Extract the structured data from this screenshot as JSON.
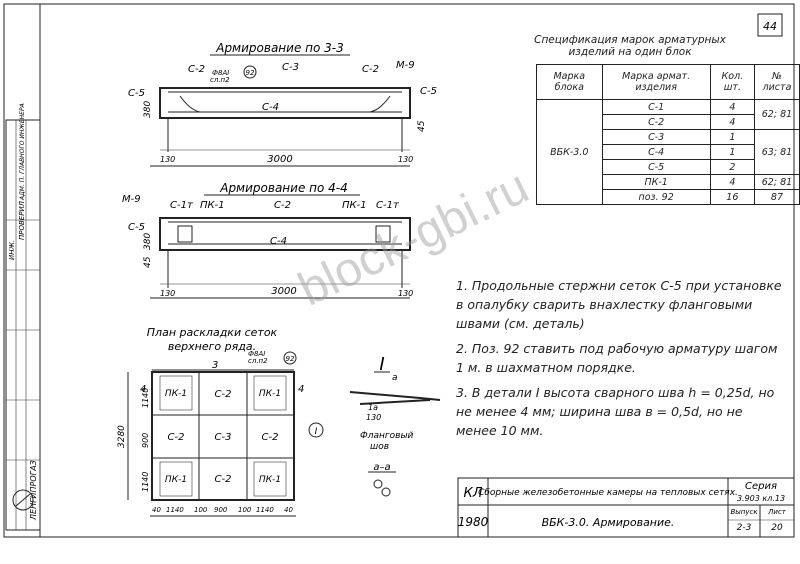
{
  "page_number": "44",
  "section_3": {
    "title": "Армирование по 3-3",
    "len": "3000",
    "h": "380",
    "h2": "45",
    "left": "130",
    "right": "130",
    "labels": {
      "c2a": "С-2",
      "c2b": "С-2",
      "c3": "С-3",
      "c4": "С-4",
      "c5l": "С-5",
      "c5r": "С-5",
      "m9": "М-9",
      "weld": "Ф8АI",
      "ref": "сл.п2",
      "poz": "92"
    }
  },
  "section_4": {
    "title": "Армирование по 4-4",
    "len": "3000",
    "h": "380",
    "h2": "45",
    "left": "130",
    "right": "130",
    "labels": {
      "m9": "М-9",
      "c1a": "С-1т",
      "pk1a": "ПК-1",
      "c2": "С-2",
      "pk1b": "ПК-1",
      "c1b": "С-1т",
      "c5": "С-5",
      "c4": "С-4"
    }
  },
  "plan": {
    "title": "План раскладки сеток",
    "subtitle": "верхнего ряда.",
    "mark3": "3",
    "mark4a": "4",
    "mark4b": "4",
    "weld": "Ф8АI",
    "ref": "сл.п2",
    "poz": "92",
    "circle": "I",
    "dim_total": "3280",
    "dims_left": [
      "1140",
      "900",
      "1140"
    ],
    "dims_bottom": [
      "40",
      "1140",
      "100",
      "900",
      "100",
      "1140",
      "40"
    ],
    "cells": [
      [
        "ПК-1",
        "С-2",
        "ПК-1"
      ],
      [
        "С-2",
        "С-3",
        "С-2"
      ],
      [
        "ПК-1",
        "С-2",
        "ПК-1"
      ]
    ],
    "c2top": "С-2",
    "c2right": "С-2"
  },
  "detail": {
    "mark": "I",
    "a": "a",
    "dim1": "1a",
    "dim2": "130",
    "label": "Фланговый",
    "label2": "шов",
    "section": "а–а"
  },
  "spec": {
    "title": "Спецификация марок арматурных",
    "title2": "изделий на один блок",
    "headers": [
      "Марка блока",
      "Марка армат. изделия",
      "Кол. шт.",
      "№ листа"
    ],
    "block": "ВБК-3.0",
    "rows": [
      [
        "С-1",
        "4",
        "62; 81"
      ],
      [
        "С-2",
        "4",
        ""
      ],
      [
        "С-3",
        "1",
        ""
      ],
      [
        "С-4",
        "1",
        "63; 81"
      ],
      [
        "С-5",
        "2",
        ""
      ],
      [
        "ПК-1",
        "4",
        "62; 81"
      ],
      [
        "поз. 92",
        "16",
        "87"
      ]
    ]
  },
  "notes": [
    "1. Продольные стержни сеток С-5 при установке в опалубку сварить внахлестку фланговыми швами (см. деталь)",
    "2. Поз. 92 ставить под рабочую арматуру шагом 1 м. в шахматном порядке.",
    "3. В детали I высота сварного шва h = 0,25d, но не менее 4 мм; ширина шва в = 0,5d, но не менее 10 мм."
  ],
  "title_block": {
    "code": "КЛ",
    "year": "1980",
    "title": "Сборные железобетонные камеры на тепловых сетях.",
    "drawing": "ВБК-3.0. Армирование.",
    "series_label": "Серия",
    "series": "3.903 кл.13",
    "issue_label": "Выпуск",
    "issue": "2-3",
    "sheet_label": "Лист",
    "sheet": "20"
  },
  "stamp": {
    "org": "ЛЕНГИПРОГАЗ",
    "text1": "ПРОВЕРИЛ",
    "text2": "ИНЖ.",
    "text3": "АДМ. П. ГЛАВНОГО ИНЖЕНЕРА"
  },
  "watermark": "block-gbi.ru"
}
